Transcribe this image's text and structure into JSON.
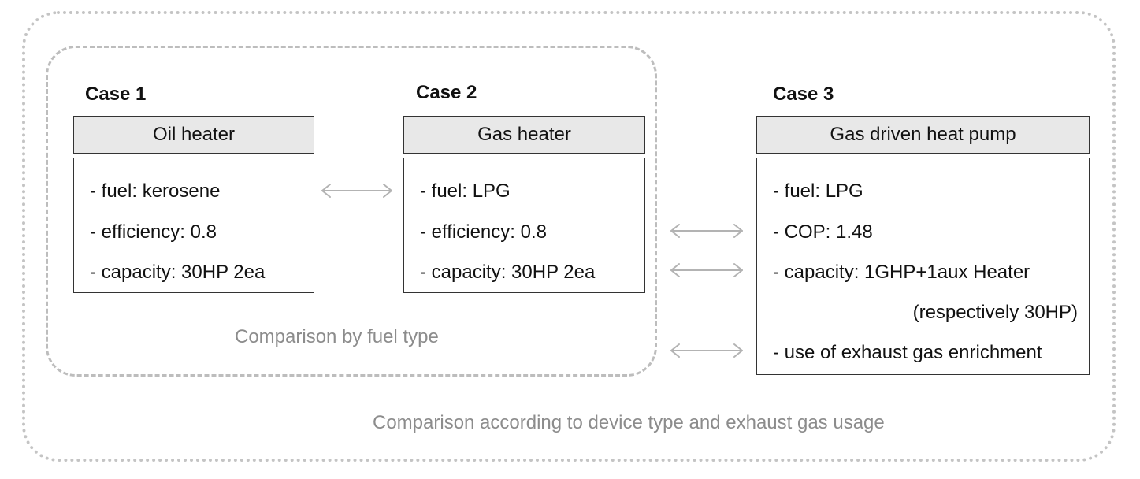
{
  "cases": [
    {
      "title": "Case 1",
      "header": "Oil heater",
      "lines": [
        "- fuel: kerosene",
        "- efficiency: 0.8",
        "- capacity: 30HP 2ea"
      ]
    },
    {
      "title": "Case 2",
      "header": "Gas heater",
      "lines": [
        "- fuel: LPG",
        "- efficiency: 0.8",
        "- capacity: 30HP 2ea"
      ]
    },
    {
      "title": "Case 3",
      "header": "Gas driven heat pump",
      "lines": [
        "- fuel: LPG",
        "- COP: 1.48",
        "- capacity: 1GHP+1aux Heater",
        "(respectively 30HP)",
        "- use of exhaust gas enrichment"
      ]
    }
  ],
  "captions": {
    "fuel_type": "Comparison by fuel type",
    "device_type": "Comparison according to device type and exhaust gas usage"
  },
  "colors": {
    "header_fill": "#e8e8e8",
    "frame_gray": "#c4c4c4",
    "arrow_gray": "#b3b3b3",
    "caption_gray": "#8c8c8c"
  }
}
